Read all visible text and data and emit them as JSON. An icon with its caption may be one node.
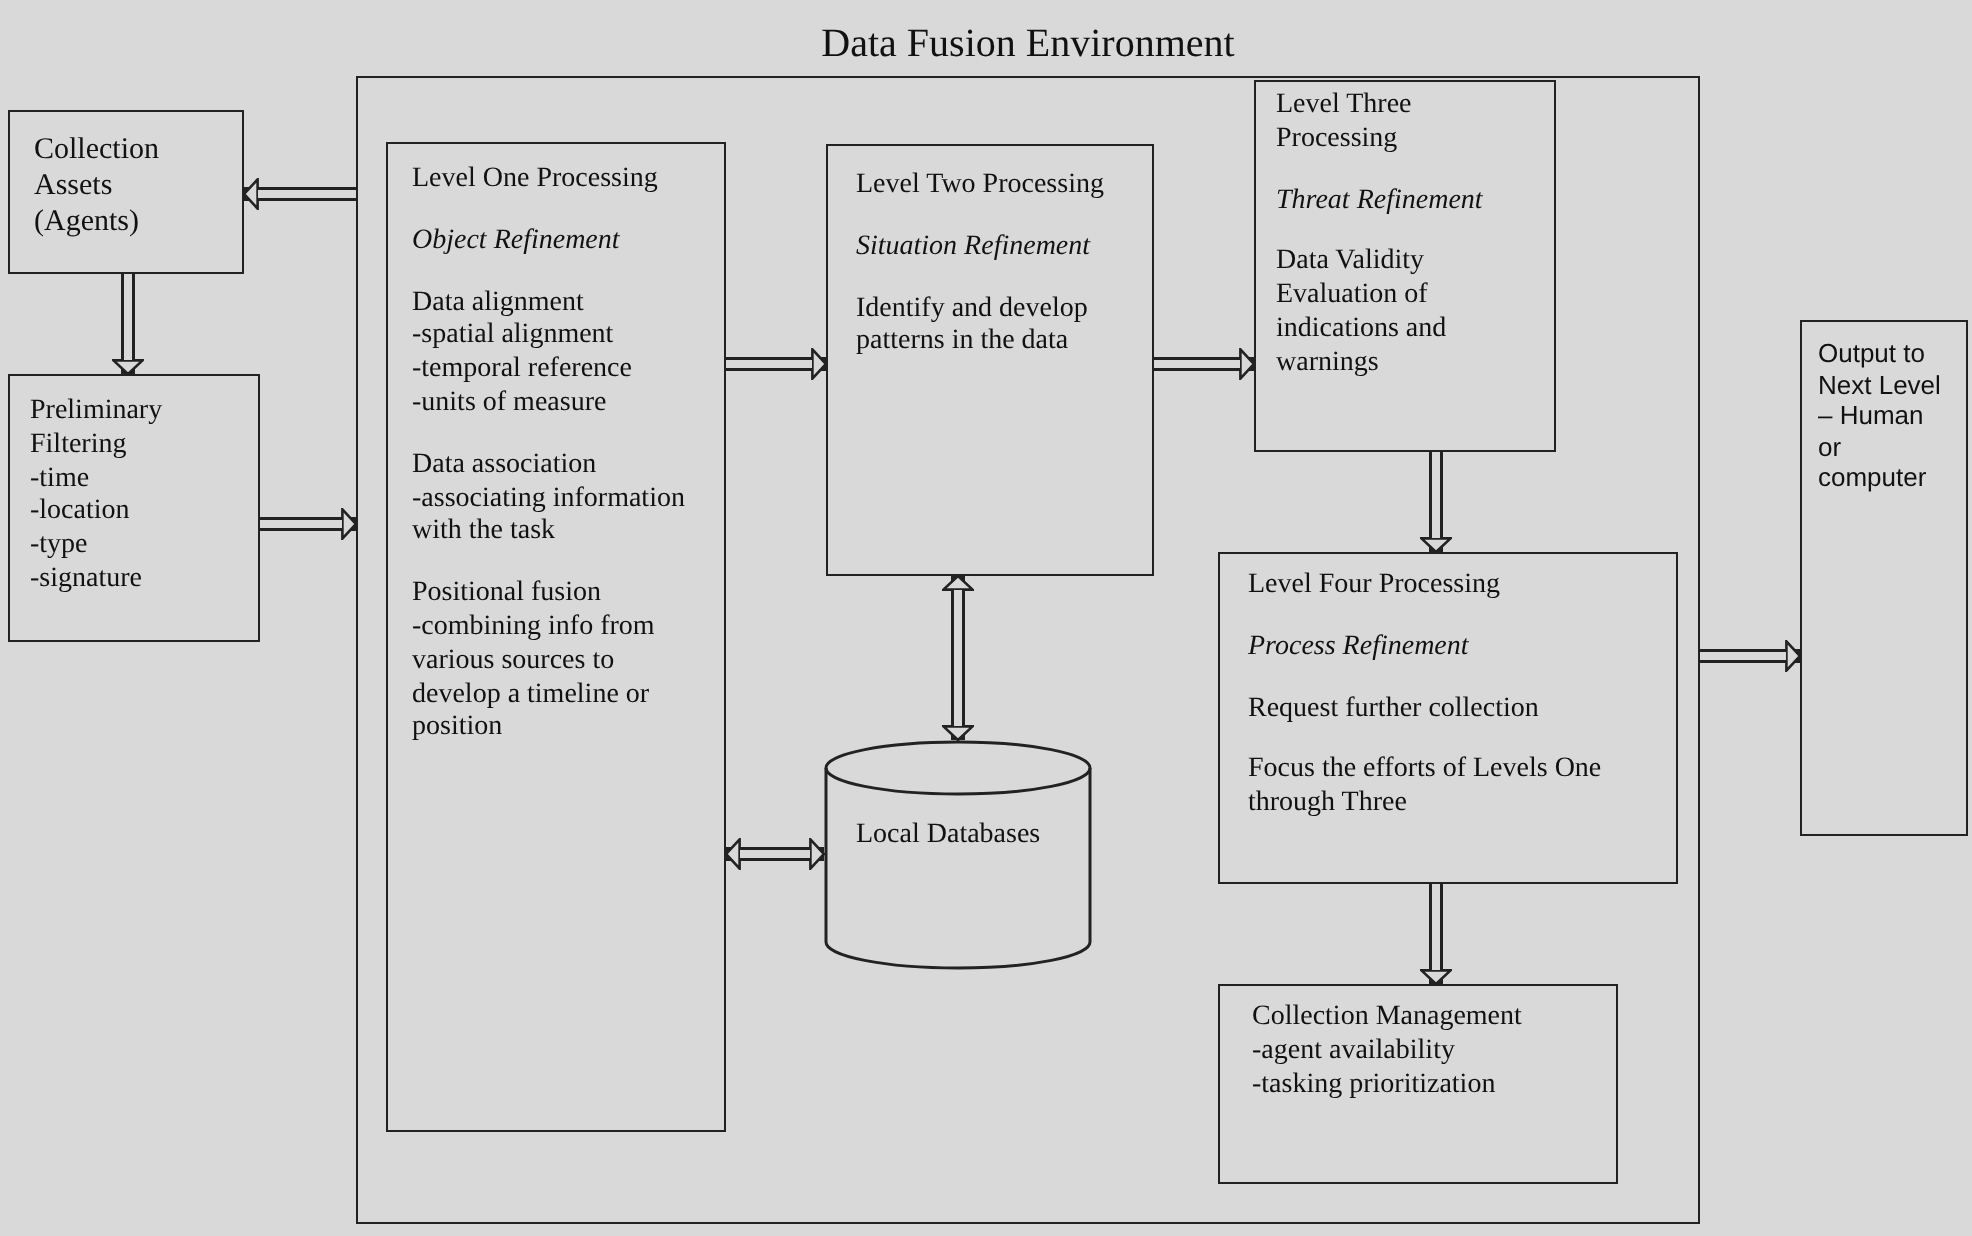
{
  "diagram": {
    "nodes": [
      {
        "text": [
          "Data Fusion Environment"
        ]
      },
      {
        "text": [
          "Collection Assets (Agents)"
        ]
      },
      {
        "text": [
          "Preliminary Filtering",
          "-time",
          "-location",
          "-type",
          "-signature"
        ]
      },
      {
        "text": [
          "Level One Processing",
          "Object Refinement",
          "Data alignment",
          "-spatial alignment",
          "-temporal reference",
          "-units of measure",
          "Data association",
          "-associating information with the task",
          "Positional fusion",
          "-combining info from various sources to develop a timeline or position"
        ],
        "in": 0
      },
      {
        "text": [
          "Level Two Processing",
          "Situation Refinement",
          "Identify and develop patterns in the data"
        ],
        "in": 0
      },
      {
        "text": [
          "Local Databases"
        ],
        "in": 0
      },
      {
        "text": [
          "Level Three Processing",
          "Threat Refinement",
          "Data Validity",
          "Evaluation of indications and warnings"
        ],
        "in": 0
      },
      {
        "text": [
          "Level Four Processing",
          "Process Refinement",
          "Request further collection",
          "Focus the efforts of Levels One through Three"
        ],
        "in": 0
      },
      {
        "text": [
          "Collection Management",
          "-agent availability",
          "-tasking prioritization"
        ],
        "in": 0
      },
      {
        "text": [
          "Output to Next Level – Human or computer"
        ]
      }
    ],
    "edges": [
      {
        "from": 0,
        "to": 1,
        "arrow": "to"
      },
      {
        "from": 1,
        "to": 2,
        "arrow": "to"
      },
      {
        "from": 2,
        "to": 0,
        "arrow": "to"
      },
      {
        "from": 3,
        "to": 4,
        "arrow": "to"
      },
      {
        "from": 4,
        "to": 6,
        "arrow": "to"
      },
      {
        "from": 4,
        "to": 5,
        "arrow": "both"
      },
      {
        "from": 3,
        "to": 5,
        "arrow": "both"
      },
      {
        "from": 6,
        "to": 7,
        "arrow": "to"
      },
      {
        "from": 7,
        "to": 8,
        "arrow": "to"
      },
      {
        "from": 0,
        "to": 9,
        "arrow": "to"
      }
    ]
  }
}
